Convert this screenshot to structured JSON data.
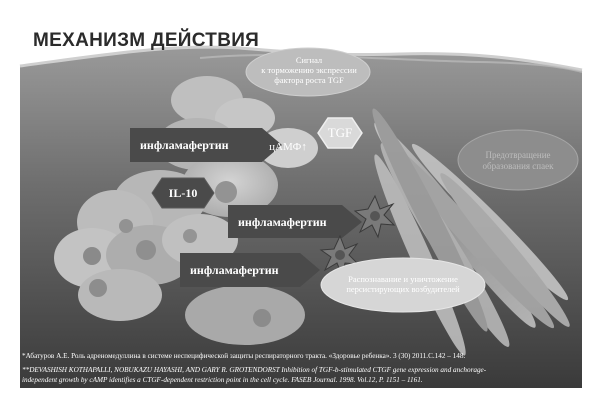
{
  "slide": {
    "title": "МЕХАНИЗМ ДЕЙСТВИЯ",
    "signal_text": [
      "Сигнал",
      "к торможению экспрессии",
      "фактора роста TGF"
    ],
    "uamf_label": "цАМФ↑",
    "tgf_label": "TGF",
    "prevent_text": [
      "Предотвращение",
      "образования спаек"
    ],
    "il10_label": "IL-10",
    "arrows": [
      {
        "label": "инфламафертин"
      },
      {
        "label": "инфламафертин"
      },
      {
        "label": "инфламафертин"
      }
    ],
    "destroy_text": [
      "Распознавание и уничтожение",
      "персистирующих возбудителей"
    ],
    "references": [
      "*Абатуров А.Е. Роль адреномедуллина в системе неспецифической защиты респираторного тракта. «Здоровье ребенка». 3 (30) 2011.С.142 – 148.",
      "**DEVASHISH KOTHAPALLI, NOBUKAZU HAYASHI, AND GARY R. GROTENDORST Inhibition of TGF-b-stimulated CTGF gene expression and anchorage-",
      "independent growth by cAMP identifies a CTGF-dependent restriction point in the cell cycle. FASEB Journal. 1998. Vol.12, P. 1151 – 1161."
    ]
  },
  "colors": {
    "background_top": "#8a8a8a",
    "background_bottom": "#3c3c3c",
    "arrow_fill": "#4a4a4a",
    "cell_light": "#c9c9c9",
    "cell_dark": "#8e8e8e"
  }
}
